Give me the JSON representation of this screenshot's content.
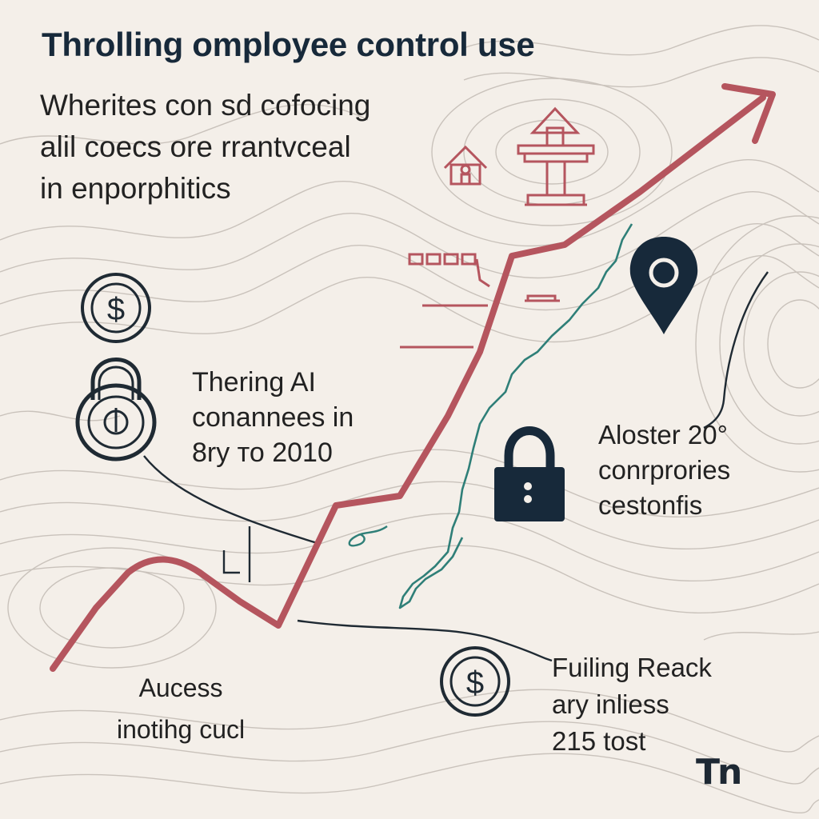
{
  "title": "Throlling omployee control use",
  "intro": {
    "line1": "Wherites con sd cofocing",
    "line2": "alil coecs ore rrantvceal",
    "line3": "in enporphitics"
  },
  "left_block": {
    "line1": "Thering AI",
    "line2": "conannees in",
    "line3": "8ry то 2010"
  },
  "right_block": {
    "line1": "Aloster 20°",
    "line2": "conrprories",
    "line3": "cestonfis"
  },
  "bottom_left_block": {
    "line1": "Aucess",
    "line2": "inotihg cucl"
  },
  "bottom_right_block": {
    "line1": "Fuiling Reack",
    "line2": "ary inliess",
    "line3": "215  tost"
  },
  "logo": "Tn",
  "icons": [
    "dollar-coin-icon",
    "padlock-icon",
    "house-icon",
    "monument-icon",
    "location-pin-icon",
    "lock-icon",
    "dollar-coin-icon"
  ],
  "colors": {
    "background": "#f4efe9",
    "contour": "#c9c2bb",
    "trend_arrow": "#b5555e",
    "teal_path": "#2f7f78",
    "ink": "#1f2a33"
  }
}
